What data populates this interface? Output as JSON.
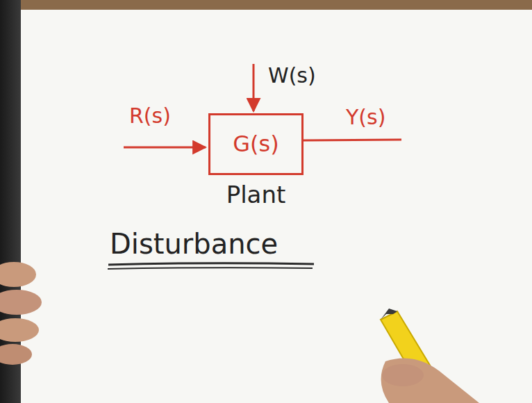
{
  "diagram": {
    "nodes": [
      {
        "text": [
          "G(s)",
          "Plant"
        ]
      }
    ],
    "labels": [
      "R(s)",
      "W(s)",
      "Y(s)",
      "Disturbance"
    ]
  }
}
